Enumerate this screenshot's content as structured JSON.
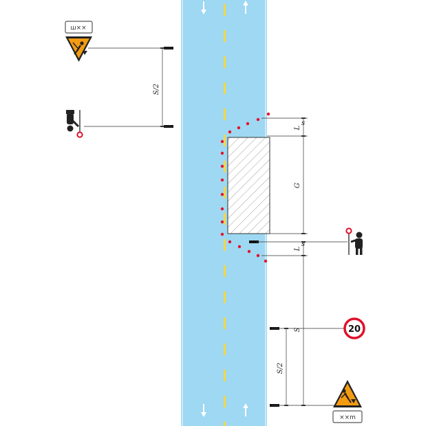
{
  "plates": {
    "upper": "ш××",
    "lower": "××m"
  },
  "speed_limit": {
    "value": "20"
  },
  "dimensions": {
    "half_spacing_upper": "S/2",
    "transition_upper": "L",
    "work_zone": "G",
    "transition_lower": "L",
    "spacing": "S",
    "half_spacing_lower": "S/2"
  },
  "colors": {
    "road": "#9ed8f2",
    "centerline": "#f4d742",
    "cone": "#e8102a",
    "work_sign": "#f39c12",
    "speed_ring": "#e0102a"
  },
  "icons": [
    "flagman-icon",
    "road-work-sign-icon",
    "speed-limit-sign-icon",
    "traffic-cone-icon",
    "arrow-up-icon",
    "arrow-down-icon"
  ]
}
